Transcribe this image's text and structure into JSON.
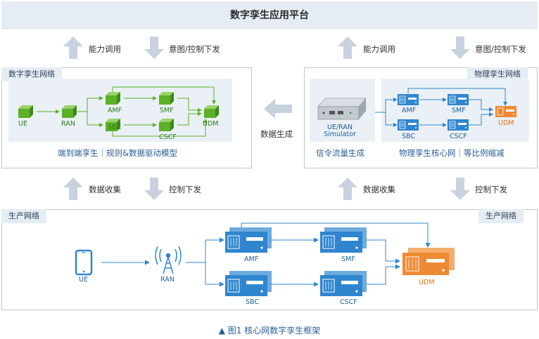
{
  "header": {
    "title": "数字孪生应用平台"
  },
  "arrows_top": {
    "left_up": "能力调用",
    "left_down": "意图/控制下发",
    "right_up": "能力调用",
    "right_down": "意图/控制下发"
  },
  "arrows_mid": {
    "left_up": "数据收集",
    "left_down": "控制下发",
    "right_up": "数据收集",
    "right_down": "控制下发"
  },
  "twin_panel": {
    "tag": "数字孪生网络",
    "nodes": {
      "ue": "UE",
      "ran": "RAN",
      "amf": "AMF",
      "smf": "SMF",
      "sbc": "SBC",
      "cscf": "CSCF",
      "udm": "UDM"
    },
    "caption": "端到端孪生｜规则&数据驱动模型"
  },
  "data_gen": {
    "label": "数据生成"
  },
  "physical_twin_panel": {
    "tag": "物理孪生网络",
    "simulator": {
      "line1": "UE/RAN",
      "line2": "Simulator"
    },
    "nodes": {
      "amf": "AMF",
      "smf": "SMF",
      "sbc": "SBC",
      "cscf": "CSCF",
      "udm": "UDM"
    },
    "caption_left": "信令流量生成",
    "caption_right": "物理孪生核心网｜等比例缩减"
  },
  "production_panel": {
    "tag_left": "生产网络",
    "tag_right": "生产网络",
    "nodes": {
      "ue": "UE",
      "ran": "RAN",
      "amf": "AMF",
      "smf": "SMF",
      "sbc": "SBC",
      "cscf": "CSCF",
      "udm": "UDM"
    }
  },
  "figure_caption": "▲ 图1  核心网数字孪生框架",
  "colors": {
    "green": "#5bb026",
    "blue": "#2f86cf",
    "orange": "#ee8a32",
    "arrow_gray": "#c8d2de"
  }
}
